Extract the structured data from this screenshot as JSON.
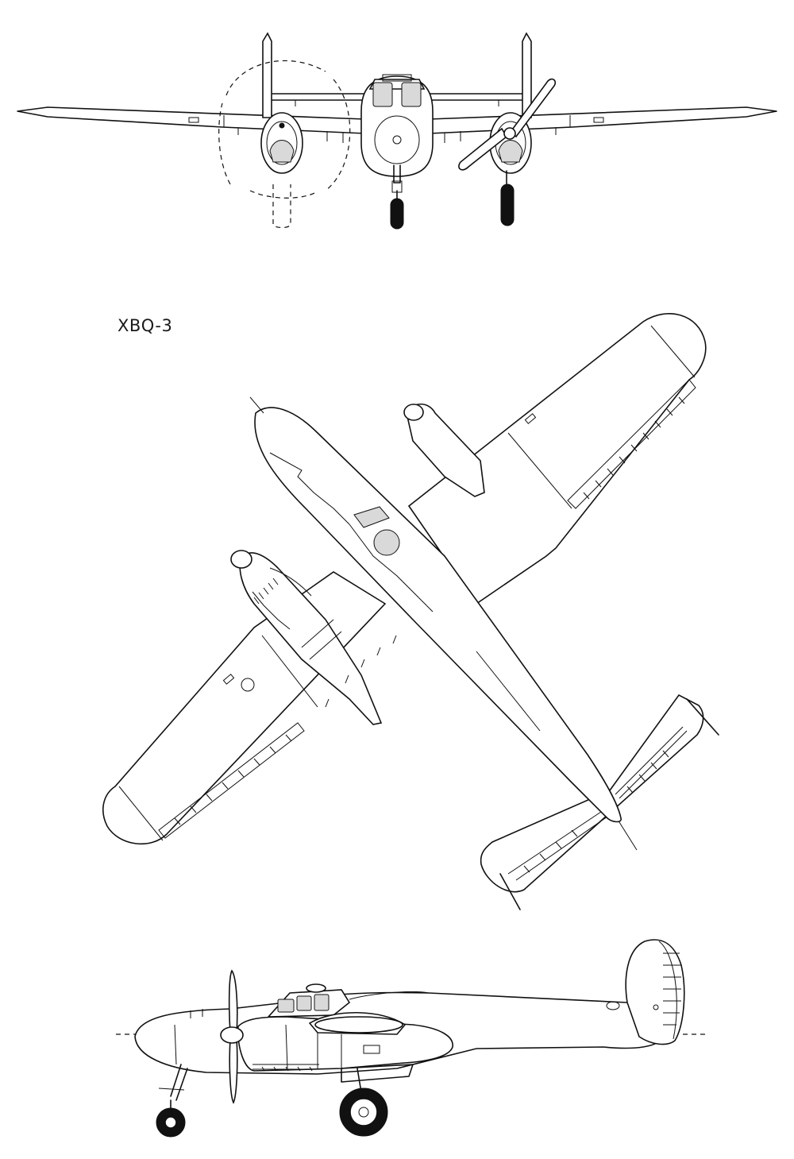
{
  "aircraft": {
    "designation": "XBQ-3"
  },
  "views": [
    {
      "name": "front"
    },
    {
      "name": "top"
    },
    {
      "name": "side"
    }
  ]
}
